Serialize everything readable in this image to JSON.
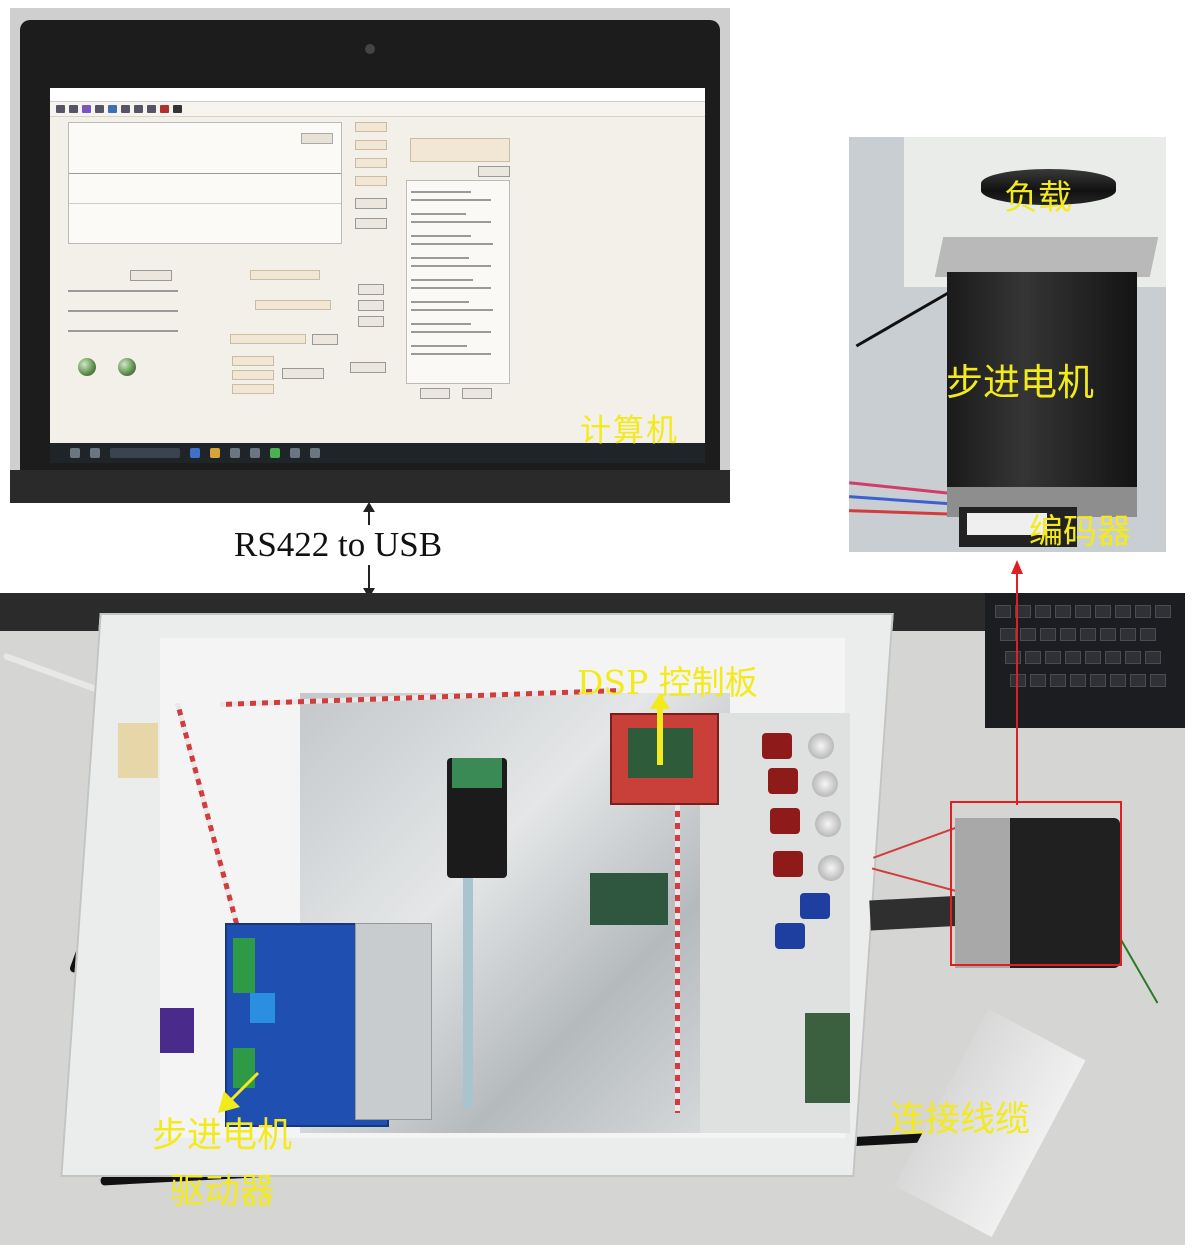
{
  "labels": {
    "computer": "计算机",
    "load": "负载",
    "stepper_motor": "步进电机",
    "encoder": "编码器",
    "link": "RS422 to USB",
    "dsp_board": "DSP 控制板",
    "driver_line1": "步进电机",
    "driver_line2": "驱动器",
    "cable": "连接线缆"
  },
  "colors": {
    "label_yellow": "#f3ea1c",
    "arrow_red": "#e02020",
    "link_text": "#111111"
  }
}
